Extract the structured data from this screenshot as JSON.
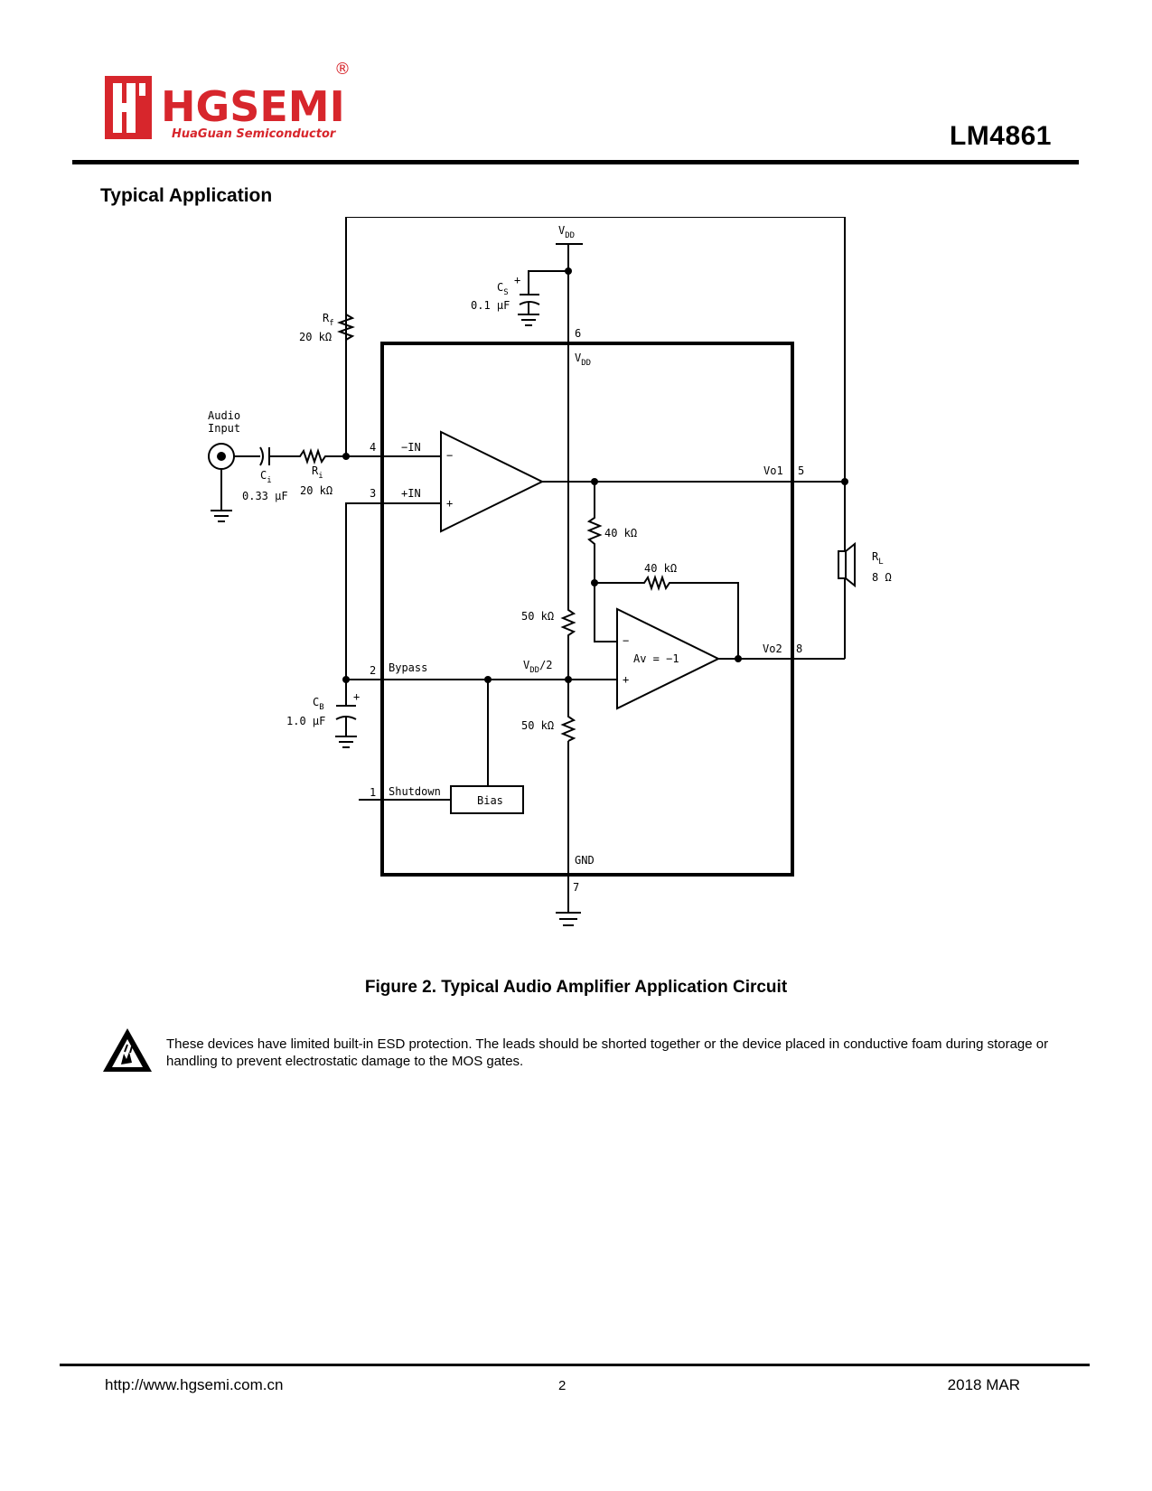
{
  "header": {
    "brand": "HGSEMI",
    "brand_sub": "HuaGuan Semiconductor",
    "registered": "®",
    "part_number": "LM4861",
    "colors": {
      "brand_red": "#d7262c"
    }
  },
  "section": {
    "title": "Typical Application"
  },
  "schematic": {
    "vdd_top": "V",
    "vdd_top_sub": "DD",
    "cs_label": "C",
    "cs_sub": "S",
    "cs_value": "0.1 µF",
    "rf_label": "R",
    "rf_sub": "f",
    "rf_value": "20 kΩ",
    "audio_input_l1": "Audio",
    "audio_input_l2": "Input",
    "ci_label": "C",
    "ci_sub": "i",
    "ci_value": "0.33 µF",
    "ri_label": "R",
    "ri_sub": "i",
    "ri_value": "20 kΩ",
    "pin6": "6",
    "vdd_in": "V",
    "vdd_in_sub": "DD",
    "pin4": "4",
    "pin4_name": "−IN",
    "pin3": "3",
    "pin3_name": "+IN",
    "op1_minus": "−",
    "op1_plus": "+",
    "vo1": "Vo1",
    "pin5": "5",
    "r40a": "40 kΩ",
    "r40b": "40 kΩ",
    "rl_label": "R",
    "rl_sub": "L",
    "rl_value": "8 Ω",
    "r50a": "50 kΩ",
    "op2_minus": "−",
    "op2_plus": "+",
    "op2_gain": "Av = −1",
    "vo2": "Vo2",
    "pin8": "8",
    "pin2": "2",
    "pin2_name": "Bypass",
    "vdd2": "V",
    "vdd2_sub": "DD",
    "vdd2_suffix": "/2",
    "cb_label": "C",
    "cb_sub": "B",
    "cb_value": "1.0 µF",
    "cb_plus": "+",
    "cs_plus": "+",
    "r50b": "50 kΩ",
    "pin1": "1",
    "pin1_name": "Shutdown",
    "bias": "Bias",
    "gnd": "GND",
    "pin7": "7"
  },
  "figure": {
    "caption": "Figure 2.  Typical Audio Amplifier Application Circuit"
  },
  "esd": {
    "icon": "esd-warning-icon",
    "text": "These devices have limited built-in ESD protection. The leads should be shorted together or the device placed in conductive foam during storage or handling to prevent electrostatic damage to the MOS gates."
  },
  "footer": {
    "url": "http://www.hgsemi.com.cn",
    "page": "2",
    "date": "2018 MAR"
  }
}
